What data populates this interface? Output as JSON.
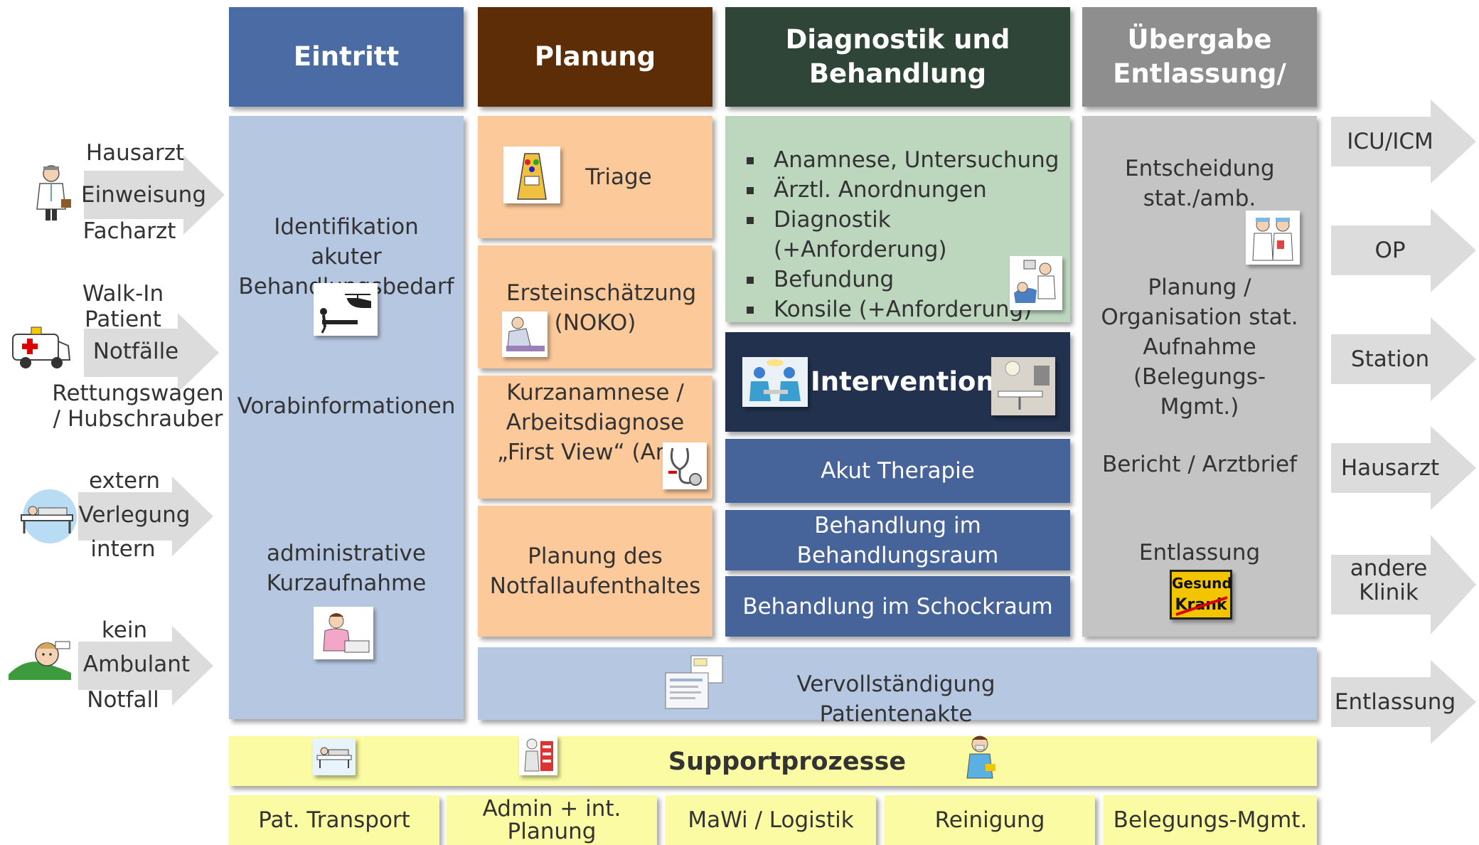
{
  "colors": {
    "eintritt": "#4a6ba3",
    "planung": "#5c2d06",
    "diagnostik": "#2e4537",
    "uebergabe": "#8e8e8e",
    "light_blue": "#b6c7e2",
    "peach": "#fcc99a",
    "sage": "#bdd7bf",
    "dark_navy": "#22314d",
    "mid_blue": "#46639a",
    "grey_panel": "#c4c4c4",
    "support_yellow": "#fafba2",
    "arrow_grey": "#dcdcdc"
  },
  "headers": {
    "eintritt": "Eintritt",
    "planung": "Planung",
    "diagnostik": "Diagnostik und Behandlung",
    "uebergabe_line1": "Übergabe",
    "uebergabe_line2": "Entlassung/"
  },
  "inputs": [
    {
      "top": "Hausarzt",
      "middle": "Einweisung",
      "bottom": "Facharzt",
      "icon": "doctor-icon"
    },
    {
      "top": "Walk-In Patient",
      "middle": "Notfälle",
      "bottom": "Rettungswagen / Hubschrauber",
      "icon": "ambulance-icon"
    },
    {
      "top": "extern",
      "middle": "Verlegung",
      "bottom": "intern",
      "icon": "hospital-bed-icon"
    },
    {
      "top": "kein",
      "middle": "Ambulant",
      "bottom": "Notfall",
      "icon": "sick-child-icon"
    }
  ],
  "eintritt": {
    "item1": "Identifikation akuter Behandlungsbedarf",
    "item2": "Vorabinformationen",
    "item3": "administrative Kurzaufnahme"
  },
  "planung": {
    "triage": "Triage",
    "ersteinschaetzung": "Ersteinschätzung (NOKO)",
    "kurzanamnese": "Kurzanamnese / Arbeitsdiagnose „First View“ (Arzt)",
    "planung_aufenthalt": "Planung des Notfallaufenthaltes"
  },
  "diagnostik": {
    "list": [
      "Anamnese, Untersuchung",
      "Ärztl. Anordnungen",
      "Diagnostik (+Anforderung)",
      "Befundung",
      "Konsile (+Anforderung)"
    ],
    "intervention": "Intervention",
    "akut_therapie": "Akut Therapie",
    "behandlungsraum": "Behandlung im Behandlungsraum",
    "schockraum": "Behandlung im Schockraum"
  },
  "uebergabe": {
    "entscheidung": "Entscheidung stat./amb.",
    "planung_org": "Planung / Organisation stat. Aufnahme (Belegungs-Mgmt.)",
    "bericht": "Bericht / Arztbrief",
    "entlassung": "Entlassung",
    "sign_top": "Gesund",
    "sign_bottom": "Krank"
  },
  "patientenakte": "Vervollständigung Patientenakte",
  "support": {
    "title": "Supportprozesse",
    "items": [
      "Pat. Transport",
      "Admin + int. Planung",
      "MaWi / Logistik",
      "Reinigung",
      "Belegungs-Mgmt."
    ]
  },
  "outputs": [
    "ICU/ICM",
    "OP",
    "Station",
    "Hausarzt",
    "andere Klinik",
    "Entlassung"
  ]
}
